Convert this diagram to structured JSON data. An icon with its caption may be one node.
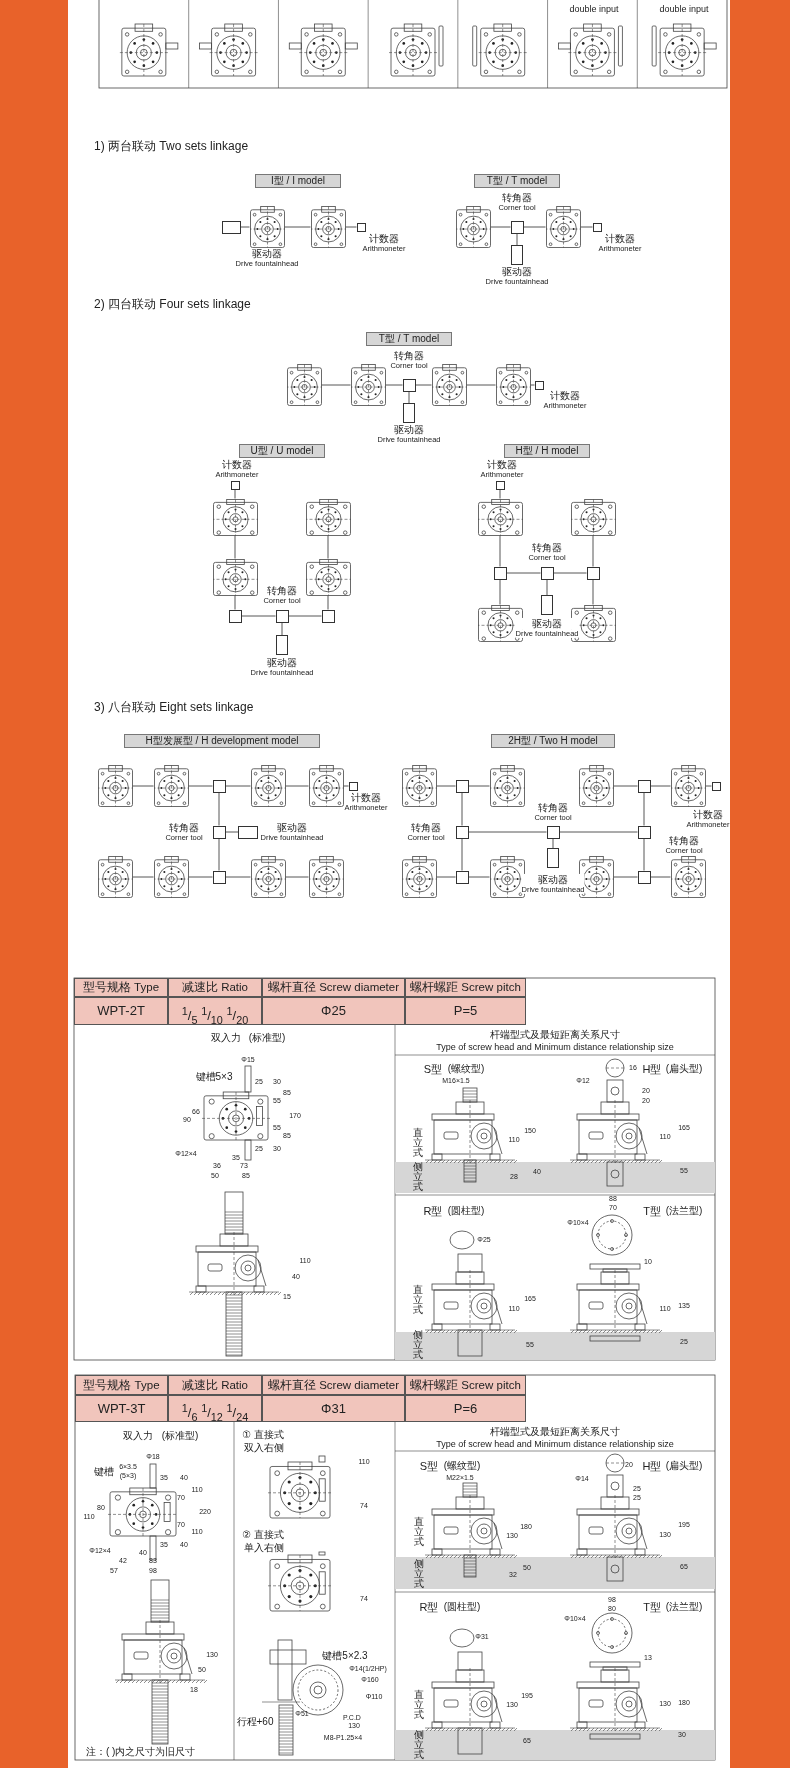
{
  "diagram": {
    "nodes": [
      {
        "text": [
          "I型 / I model"
        ]
      },
      {
        "text": [],
        "shape": "box",
        "beside": [
          "驱动器",
          "Drive fountainhead"
        ]
      },
      {
        "text": [],
        "shape": "picture"
      },
      {
        "text": [],
        "shape": "picture"
      },
      {
        "text": [],
        "shape": "box",
        "beside": [
          "计数器",
          "Arithmoneter"
        ]
      },
      {
        "text": [
          "T型 / T model"
        ]
      },
      {
        "text": [],
        "shape": "picture"
      },
      {
        "text": [],
        "shape": "box",
        "beside": [
          "转角器",
          "Corner tool"
        ]
      },
      {
        "text": [],
        "shape": "picture"
      },
      {
        "text": [],
        "shape": "box",
        "beside": [
          "计数器",
          "Arithmoneter"
        ]
      },
      {
        "text": [],
        "shape": "box",
        "beside": [
          "驱动器",
          "Drive fountainhead"
        ]
      },
      {
        "text": [
          "T型 / T model"
        ]
      },
      {
        "text": [],
        "shape": "picture"
      },
      {
        "text": [],
        "shape": "picture"
      },
      {
        "text": [],
        "shape": "box",
        "beside": [
          "转角器",
          "Corner tool"
        ]
      },
      {
        "text": [],
        "shape": "picture"
      },
      {
        "text": [],
        "shape": "picture"
      },
      {
        "text": [],
        "shape": "box",
        "beside": [
          "计数器",
          "Arithmoneter"
        ]
      },
      {
        "text": [],
        "shape": "box",
        "beside": [
          "驱动器",
          "Drive fountainhead"
        ]
      },
      {
        "text": [
          "U型 / U model"
        ]
      },
      {
        "text": [],
        "shape": "box",
        "beside": [
          "计数器",
          "Arithmoneter"
        ]
      },
      {
        "text": [],
        "shape": "picture"
      },
      {
        "text": [],
        "shape": "picture"
      },
      {
        "text": [],
        "shape": "picture"
      },
      {
        "text": [],
        "shape": "picture"
      },
      {
        "text": [],
        "shape": "box"
      },
      {
        "text": [],
        "shape": "box",
        "beside": [
          "转角器",
          "Corner tool"
        ]
      },
      {
        "text": [],
        "shape": "box"
      },
      {
        "text": [],
        "shape": "box",
        "beside": [
          "驱动器",
          "Drive fountainhead"
        ]
      },
      {
        "text": [
          "H型 / H model"
        ]
      },
      {
        "text": [],
        "shape": "box",
        "beside": [
          "计数器",
          "Arithmoneter"
        ]
      },
      {
        "text": [],
        "shape": "picture"
      },
      {
        "text": [],
        "shape": "picture"
      },
      {
        "text": [],
        "shape": "box"
      },
      {
        "text": [],
        "shape": "box",
        "beside": [
          "转角器",
          "Corner tool"
        ]
      },
      {
        "text": [],
        "shape": "box"
      },
      {
        "text": [],
        "shape": "picture"
      },
      {
        "text": [],
        "shape": "picture"
      },
      {
        "text": [],
        "shape": "box",
        "beside": [
          "驱动器",
          "Drive fountainhead"
        ]
      },
      {
        "text": [
          "H型发展型 / H development model"
        ]
      },
      {
        "text": [],
        "shape": "picture"
      },
      {
        "text": [],
        "shape": "picture"
      },
      {
        "text": [],
        "shape": "box"
      },
      {
        "text": [],
        "shape": "picture"
      },
      {
        "text": [],
        "shape": "picture"
      },
      {
        "text": [],
        "shape": "box",
        "beside": [
          "计数器",
          "Arithmoneter"
        ]
      },
      {
        "text": [],
        "shape": "box",
        "beside": [
          "转角器",
          "Corner tool"
        ]
      },
      {
        "text": [],
        "shape": "box",
        "beside": [
          "驱动器",
          "Drive fountainhead"
        ]
      },
      {
        "text": [],
        "shape": "picture"
      },
      {
        "text": [],
        "shape": "picture"
      },
      {
        "text": [],
        "shape": "box"
      },
      {
        "text": [],
        "shape": "picture"
      },
      {
        "text": [],
        "shape": "picture"
      },
      {
        "text": [
          "2H型 / Two H model"
        ]
      },
      {
        "text": [],
        "shape": "picture"
      },
      {
        "text": [],
        "shape": "box"
      },
      {
        "text": [],
        "shape": "picture"
      },
      {
        "text": [],
        "shape": "picture"
      },
      {
        "text": [],
        "shape": "box"
      },
      {
        "text": [],
        "shape": "picture"
      },
      {
        "text": [],
        "shape": "box",
        "beside": [
          "计数器",
          "Arithmoneter"
        ]
      },
      {
        "text": [],
        "shape": "box",
        "beside": [
          "转角器",
          "Corner tool"
        ]
      },
      {
        "text": [],
        "shape": "box",
        "beside": [
          "转角器",
          "Corner tool"
        ]
      },
      {
        "text": [],
        "shape": "box",
        "beside": [
          "转角器",
          "Corner tool"
        ]
      },
      {
        "text": [],
        "shape": "box",
        "beside": [
          "驱动器",
          "Drive fountainhead"
        ]
      },
      {
        "text": [],
        "shape": "picture"
      },
      {
        "text": [],
        "shape": "box"
      },
      {
        "text": [],
        "shape": "picture"
      },
      {
        "text": [],
        "shape": "picture"
      },
      {
        "text": [],
        "shape": "box"
      },
      {
        "text": [],
        "shape": "picture"
      }
    ],
    "edges": [
      {
        "from": 1,
        "to": 2,
        "arrow": "none"
      },
      {
        "from": 2,
        "to": 3,
        "arrow": "none"
      },
      {
        "from": 3,
        "to": 4,
        "arrow": "none"
      },
      {
        "from": 6,
        "to": 7,
        "arrow": "none"
      },
      {
        "from": 7,
        "to": 8,
        "arrow": "none"
      },
      {
        "from": 8,
        "to": 9,
        "arrow": "none"
      },
      {
        "from": 7,
        "to": 10,
        "arrow": "none"
      },
      {
        "from": 12,
        "to": 13,
        "arrow": "none"
      },
      {
        "from": 13,
        "to": 14,
        "arrow": "none"
      },
      {
        "from": 14,
        "to": 15,
        "arrow": "none"
      },
      {
        "from": 15,
        "to": 16,
        "arrow": "none"
      },
      {
        "from": 16,
        "to": 17,
        "arrow": "none"
      },
      {
        "from": 14,
        "to": 18,
        "arrow": "none"
      },
      {
        "from": 20,
        "to": 21,
        "arrow": "none"
      },
      {
        "from": 21,
        "to": 23,
        "arrow": "none"
      },
      {
        "from": 22,
        "to": 24,
        "arrow": "none"
      },
      {
        "from": 23,
        "to": 25,
        "arrow": "none"
      },
      {
        "from": 24,
        "to": 27,
        "arrow": "none"
      },
      {
        "from": 25,
        "to": 26,
        "arrow": "none"
      },
      {
        "from": 26,
        "to": 27,
        "arrow": "none"
      },
      {
        "from": 26,
        "to": 28,
        "arrow": "none"
      },
      {
        "from": 30,
        "to": 31,
        "arrow": "none"
      },
      {
        "from": 31,
        "to": 33,
        "arrow": "none"
      },
      {
        "from": 32,
        "to": 35,
        "arrow": "none"
      },
      {
        "from": 33,
        "to": 34,
        "arrow": "none"
      },
      {
        "from": 34,
        "to": 35,
        "arrow": "none"
      },
      {
        "from": 33,
        "to": 36,
        "arrow": "none"
      },
      {
        "from": 35,
        "to": 37,
        "arrow": "none"
      },
      {
        "from": 34,
        "to": 38,
        "arrow": "none"
      },
      {
        "from": 40,
        "to": 41,
        "arrow": "none"
      },
      {
        "from": 41,
        "to": 42,
        "arrow": "none"
      },
      {
        "from": 42,
        "to": 43,
        "arrow": "none"
      },
      {
        "from": 43,
        "to": 44,
        "arrow": "none"
      },
      {
        "from": 44,
        "to": 45,
        "arrow": "none"
      },
      {
        "from": 42,
        "to": 46,
        "arrow": "none"
      },
      {
        "from": 46,
        "to": 50,
        "arrow": "none"
      },
      {
        "from": 46,
        "to": 47,
        "arrow": "none"
      },
      {
        "from": 48,
        "to": 49,
        "arrow": "none"
      },
      {
        "from": 49,
        "to": 50,
        "arrow": "none"
      },
      {
        "from": 50,
        "to": 51,
        "arrow": "none"
      },
      {
        "from": 51,
        "to": 52,
        "arrow": "none"
      },
      {
        "from": 54,
        "to": 55,
        "arrow": "none"
      },
      {
        "from": 55,
        "to": 56,
        "arrow": "none"
      },
      {
        "from": 57,
        "to": 58,
        "arrow": "none"
      },
      {
        "from": 58,
        "to": 59,
        "arrow": "none"
      },
      {
        "from": 59,
        "to": 60,
        "arrow": "none"
      },
      {
        "from": 55,
        "to": 61,
        "arrow": "none"
      },
      {
        "from": 61,
        "to": 66,
        "arrow": "none"
      },
      {
        "from": 58,
        "to": 63,
        "arrow": "none"
      },
      {
        "from": 63,
        "to": 69,
        "arrow": "none"
      },
      {
        "from": 61,
        "to": 62,
        "arrow": "none"
      },
      {
        "from": 62,
        "to": 63,
        "arrow": "none"
      },
      {
        "from": 62,
        "to": 64,
        "arrow": "none"
      },
      {
        "from": 65,
        "to": 66,
        "arrow": "none"
      },
      {
        "from": 66,
        "to": 67,
        "arrow": "none"
      },
      {
        "from": 68,
        "to": 69,
        "arrow": "none"
      },
      {
        "from": 69,
        "to": 70,
        "arrow": "none"
      }
    ],
    "labels": [
      "double input",
      "double input",
      "1) 两台联动 Two sets linkage",
      "2) 四台联动 Four sets linkage",
      "3) 八台联动 Eight sets linkage",
      "型号规格 Type",
      "减速比 Ratio",
      "螺杆直径 Screw diameter",
      "螺杆螺距 Screw pitch",
      "WPT-2T",
      "$^{1}$/$_{5}$ $^{1}$/$_{10}$ $^{1}$/$_{20}$",
      "Φ25",
      "P=5",
      "双入力",
      "(标准型)",
      "Φ15",
      "键槽5×3",
      "25",
      "30",
      "85",
      "55",
      "170",
      "66",
      "90",
      "55",
      "85",
      "25",
      "30",
      "Φ12×4",
      "35",
      "36",
      "73",
      "50",
      "85",
      "110",
      "40",
      "15",
      "杆端型式及最短距离关系尺寸",
      "Type of screw head and Minimum distance relationship size",
      "S型",
      "(螺纹型)",
      "M16×1.5",
      "150",
      "110",
      "直立式",
      "侧立式",
      "40",
      "28",
      "16",
      "H型",
      "(扁头型)",
      "Φ12",
      "20",
      "20",
      "165",
      "110",
      "55",
      "R型",
      "(圆柱型)",
      "Φ25",
      "165",
      "110",
      "直立式",
      "侧立式",
      "55",
      "88",
      "T型",
      "(法兰型)",
      "70",
      "Φ10×4",
      "10",
      "110",
      "135",
      "25",
      "型号规格 Type",
      "减速比 Ratio",
      "螺杆直径 Screw diameter",
      "螺杆螺距 Screw pitch",
      "WPT-3T",
      "$^{1}$/$_{6}$ $^{1}$/$_{12}$ $^{1}$/$_{24}$",
      "Φ31",
      "P=6",
      "双入力",
      "(标准型)",
      "Φ18",
      "键槽",
      "6×3.5",
      "(5×3)",
      "35",
      "40",
      "110",
      "70",
      "220",
      "80",
      "110",
      "70",
      "110",
      "35",
      "40",
      "Φ12×4",
      "40",
      "42",
      "83",
      "57",
      "98",
      "130",
      "50",
      "18",
      "注：( )内之尺寸为旧尺寸",
      "① 直接式",
      "双入右侧",
      "110",
      "74",
      "② 直接式",
      "单入右侧",
      "74",
      "键槽5×2.3",
      "Φ14(1/2HP)",
      "Φ160",
      "Φ110",
      "Φ51",
      "P.C.D",
      "130",
      "行程+60",
      "M8-P1.25×4",
      "杆端型式及最短距离关系尺寸",
      "Type of screw head and Minimum distance relationship size",
      "S型",
      "(螺纹型)",
      "M22×1.5",
      "180",
      "130",
      "直立式",
      "侧立式",
      "50",
      "32",
      "20",
      "H型",
      "(扁头型)",
      "Φ14",
      "25",
      "25",
      "195",
      "130",
      "65",
      "R型",
      "(圆柱型)",
      "98",
      "T型",
      "(法兰型)",
      "80",
      "Φ10×4",
      "Φ31",
      "13",
      "195",
      "130",
      "直立式",
      "侧立式",
      "65",
      "130",
      "180",
      "30"
    ]
  }
}
